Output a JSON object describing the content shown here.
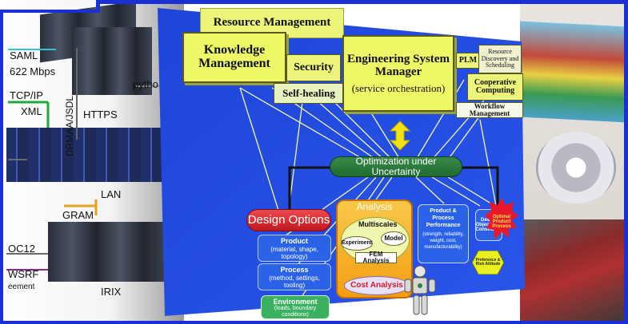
{
  "protocols": {
    "saml": "SAML",
    "mbps": "622 Mbps",
    "tcpip": "TCP/IP",
    "xml": "XML",
    "drmaa": "DRMAA/JSDL",
    "https": "HTTPS",
    "python": "pytho",
    "lan": "LAN",
    "gram": "GRAM",
    "oc12": "OC12",
    "wsrf": "WSRF",
    "agreement": "eement",
    "irix": "IRIX"
  },
  "top_boxes": {
    "resource_management": "Resource Management",
    "knowledge_management": "Knowledge Management",
    "security": "Security",
    "self_healing": "Self-healing",
    "esm_title": "Engineering System Manager",
    "esm_sub": "(service orchestration)",
    "plm": "PLM",
    "resource_discovery": "Resource Discovery and Scheduling",
    "cooperative_computing": "Cooperative Computing",
    "workflow_management": "Workflow Management"
  },
  "center": {
    "optimization": "Optimization under Uncertainty"
  },
  "design_options": {
    "title": "Design Options",
    "product_title": "Product",
    "product_sub": "(material, shape, topology)",
    "process_title": "Process",
    "process_sub": "(method, settings, tooling)",
    "env_title": "Environment",
    "env_sub": "(loads, boundary conditions)"
  },
  "analysis": {
    "title": "Analysis",
    "multiscales": "Multiscales",
    "experiment": "Experiment",
    "model": "Model",
    "fem": "FEM Analysis",
    "cost": "Cost Analysis"
  },
  "performance": {
    "title": "Product & Process Performance",
    "sub": "(strength, reliability, weight, cost, manufacturability)"
  },
  "objectives": {
    "design_objective": "Design Objective & Constraints",
    "preference": "Preference & Risk Attitude",
    "optimal": "Optimal Product Process"
  },
  "colors": {
    "frame_blue": "#1b2fd6",
    "panel_blue": "#1f47e0",
    "yellow_box": "#ecf57a",
    "design_red": "#d8202a",
    "analysis_orange": "#f59d12",
    "optimization_green": "#1f6b32"
  }
}
